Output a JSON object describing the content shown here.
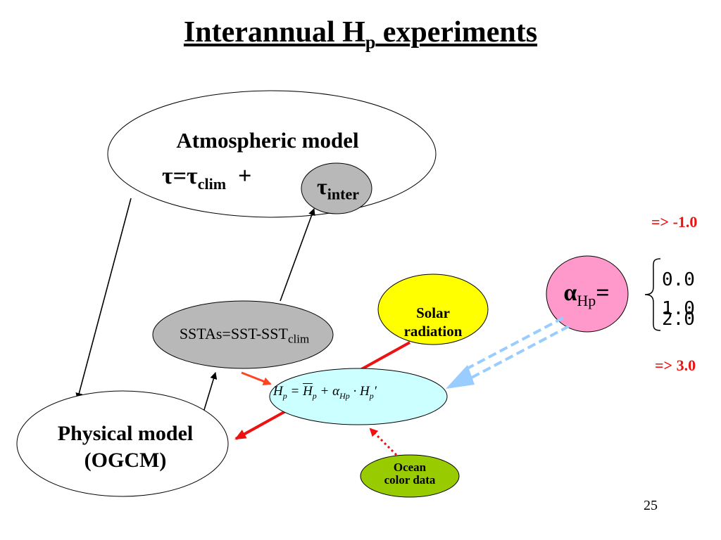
{
  "title": {
    "main": "Interannual  H",
    "sub": "p",
    "rest": " experiments"
  },
  "atmospheric_model": {
    "label": "Atmospheric model",
    "tau_symbol": "τ",
    "equals": "=",
    "clim_sub": "clim",
    "plus": "+",
    "inter_sub": "inter"
  },
  "ssta": {
    "label": "SSTAs=SST-SST",
    "sub": "clim"
  },
  "physical_model": {
    "line1": "Physical model",
    "line2": "(OGCM)"
  },
  "solar": {
    "line1": "Solar",
    "line2": "radiation"
  },
  "ocean_color": {
    "line1": "Ocean",
    "line2": "color data"
  },
  "formula": {
    "h": "H",
    "p": "p",
    "eq": " = ",
    "plus": " + ",
    "alpha": "α",
    "dot": " · ",
    "prime": "′"
  },
  "alpha_hp": {
    "alpha": "α",
    "sub": "Hp",
    "equals": "="
  },
  "alpha_values": [
    "0.0",
    "1.0",
    "2.0"
  ],
  "notes": {
    "top": "=> -1.0",
    "bottom": "=> 3.0"
  },
  "page_number": "25",
  "colors": {
    "gray_ellipse": "#b8b8b8",
    "solar_fill": "#ffff00",
    "formula_fill": "#ccffff",
    "alpha_fill": "#ff99cc",
    "ocean_fill": "#99cc00",
    "red_arrow": "#ee1111",
    "blue_dashed": "#99ccff"
  }
}
